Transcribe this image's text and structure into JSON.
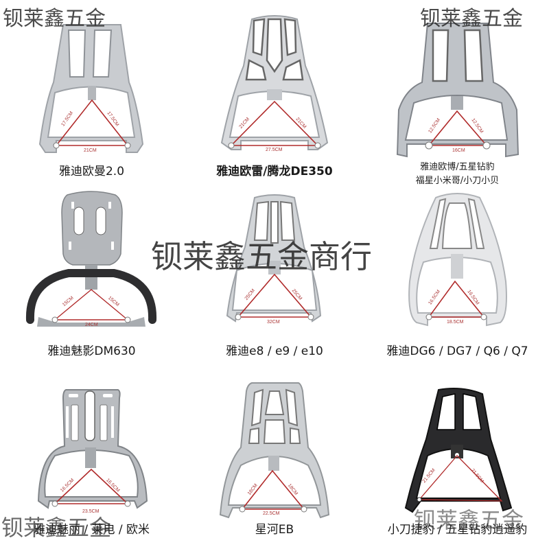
{
  "catalog": {
    "columns": 3,
    "rows": 3,
    "measurement_color": "#b02a2a",
    "products": [
      {
        "model": "雅迪欧曼2.0",
        "caption_lines": [
          "雅迪欧曼2.0"
        ],
        "finish": "silver",
        "finish_color": "#c9ccd0",
        "measurements": {
          "left_side": "17.5CM",
          "right_side": "17.5CM",
          "base": "21CM"
        }
      },
      {
        "model": "雅迪欧雷/腾龙DE350",
        "caption_lines": [
          "雅迪欧雷/腾龙DE350"
        ],
        "finish": "silver",
        "finish_color": "#d8dadd",
        "measurements": {
          "left_side": "21CM",
          "right_side": "21CM",
          "base": "27.5CM"
        }
      },
      {
        "model": "雅迪欧博/五星钻豹 福星小米哥/小刀小贝",
        "caption_lines": [
          "雅迪欧博/五星钻豹",
          "福星小米哥/小刀小贝"
        ],
        "finish": "silver",
        "finish_color": "#bfc3c8",
        "measurements": {
          "left_side": "12.5CM",
          "right_side": "12.5CM",
          "base": "16CM"
        }
      },
      {
        "model": "雅迪魅影DM630",
        "caption_lines": [
          "雅迪魅影DM630"
        ],
        "finish": "silver plate with black grab handle",
        "finish_color": "#b4b7bb",
        "measurements": {
          "left_side": "15CM",
          "right_side": "15CM",
          "base": "24CM"
        }
      },
      {
        "model": "雅迪e8 / e9 / e10",
        "caption_lines": [
          "雅迪e8 / e9 / e10"
        ],
        "finish": "silver",
        "finish_color": "#d2d5d8",
        "measurements": {
          "left_side": "25CM",
          "right_side": "25CM",
          "base": "32CM"
        }
      },
      {
        "model": "雅迪DG6 / DG7 / Q6 / Q7",
        "caption_lines": [
          "雅迪DG6 / DG7 / Q6 / Q7"
        ],
        "finish": "white",
        "finish_color": "#e6e7e9",
        "measurements": {
          "left_side": "16.5CM",
          "right_side": "16.5CM",
          "base": "18.5CM"
        }
      },
      {
        "model": "雅迪魅丽 / 莱电 / 欧米",
        "caption_lines": [
          "雅迪魅丽 / 莱电 / 欧米"
        ],
        "finish": "silver",
        "finish_color": "#b9bcc0",
        "measurements": {
          "left_side": "16.5CM",
          "right_side": "16.5CM",
          "base": "23.5CM"
        }
      },
      {
        "model": "星河EB",
        "caption_lines": [
          "星河EB"
        ],
        "finish": "silver",
        "finish_color": "#cdd0d3",
        "measurements": {
          "left_side": "18CM",
          "right_side": "18CM",
          "base": "22.5CM"
        }
      },
      {
        "model": "小刀捷豹 / 五星钻豹逍遥豹",
        "caption_lines": [
          "小刀捷豹 / 五星钻豹逍遥豹"
        ],
        "finish": "black",
        "finish_color": "#2a2a2c",
        "measurements": {
          "left_side": "21.5CM",
          "right_side": "21.5CM",
          "base": ""
        }
      }
    ]
  },
  "watermarks": {
    "top_left": "钡莱鑫五金",
    "top_right": "钡莱鑫五金",
    "center": "钡莱鑫五金商行",
    "bottom_left": "钡莱鑫五金",
    "bottom_right": "钡莱鑫五金"
  }
}
